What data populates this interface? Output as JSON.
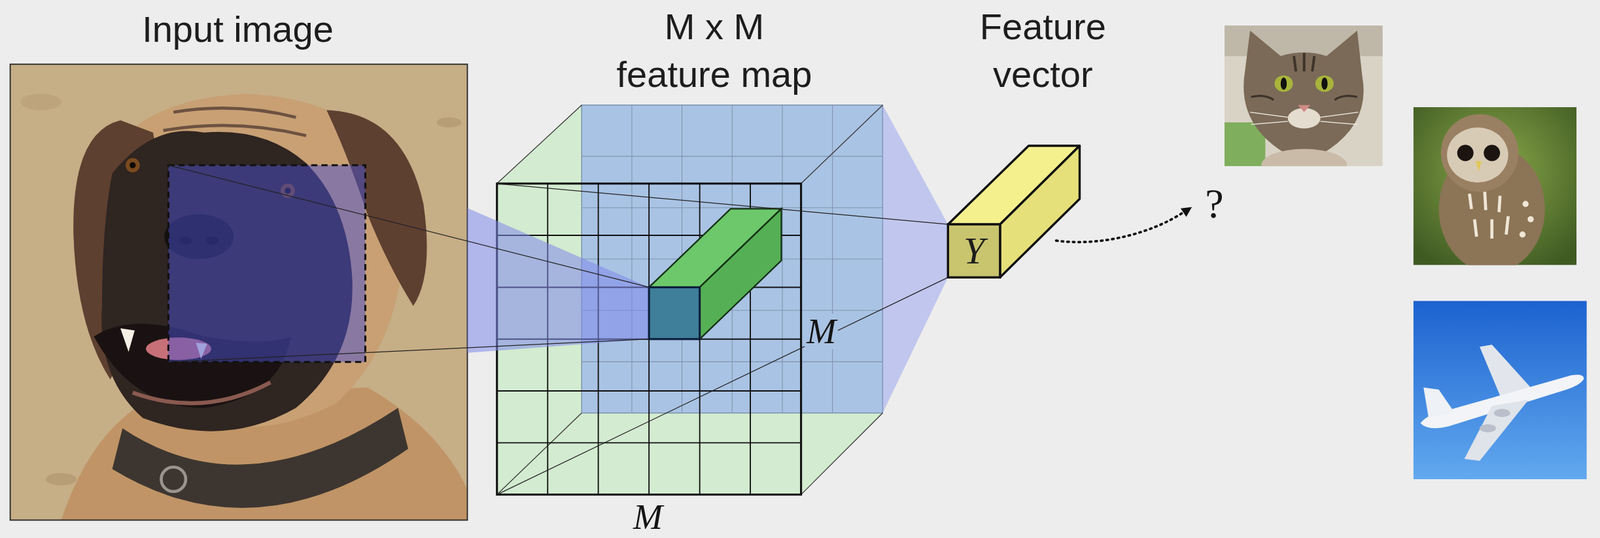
{
  "diagram": {
    "nodes": [
      {
        "text": [
          "Input image"
        ]
      },
      {
        "text": [
          "M x M feature map"
        ]
      },
      {
        "text": [
          "Feature vector"
        ]
      },
      {
        "text": [
          "Y"
        ],
        "in": 2
      }
    ],
    "labels": [
      "M",
      "M",
      "?"
    ]
  }
}
